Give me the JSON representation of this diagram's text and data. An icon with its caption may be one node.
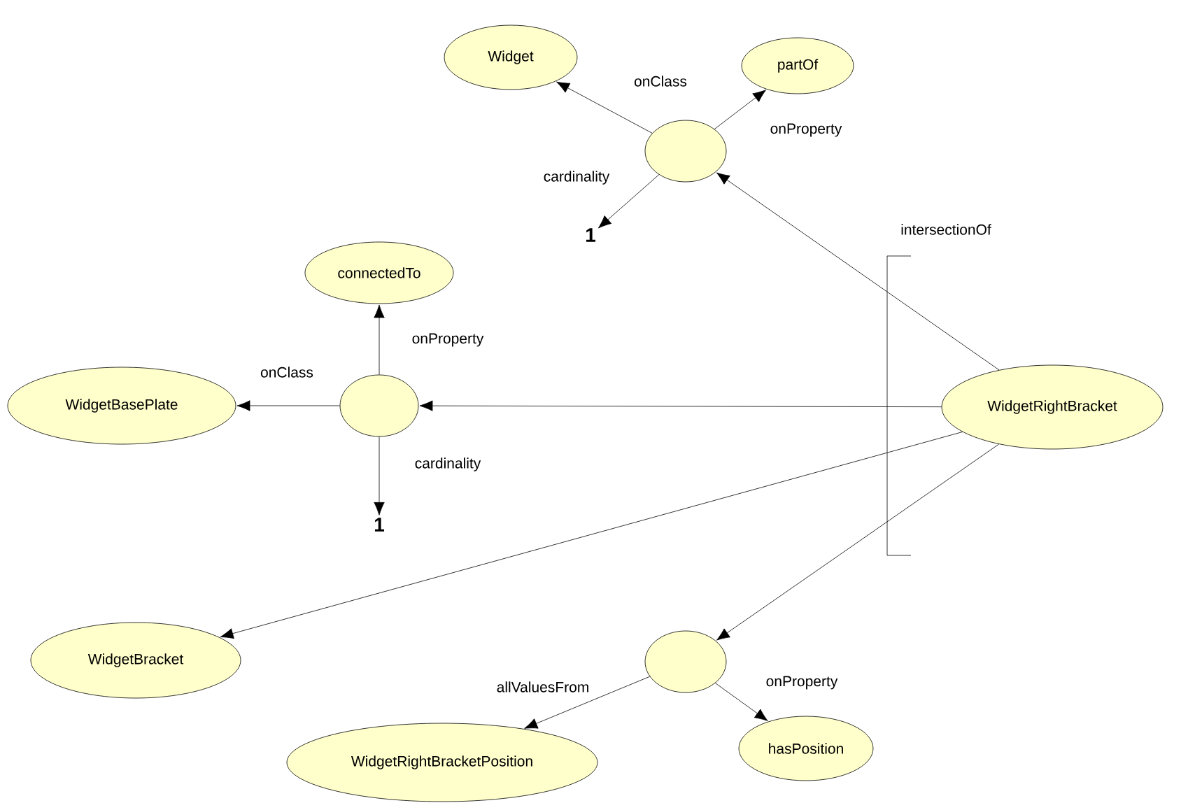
{
  "diagram": {
    "nodes": [
      {
        "text": [
          "Widget"
        ]
      },
      {
        "text": [
          "partOf"
        ]
      },
      {
        "text": [],
        "shape": "circle"
      },
      {
        "text": [
          "1"
        ]
      },
      {
        "text": [
          "connectedTo"
        ]
      },
      {
        "text": [
          "WidgetBasePlate"
        ]
      },
      {
        "text": [],
        "shape": "circle"
      },
      {
        "text": [
          "1"
        ]
      },
      {
        "text": [
          "WidgetRightBracket"
        ]
      },
      {
        "text": [
          "WidgetBracket"
        ]
      },
      {
        "text": [],
        "shape": "circle"
      },
      {
        "text": [
          "WidgetRightBracketPosition"
        ]
      },
      {
        "text": [
          "hasPosition"
        ]
      }
    ],
    "edges": [
      {
        "from": 2,
        "to": 0,
        "arrow": "to",
        "label": "onClass"
      },
      {
        "from": 2,
        "to": 1,
        "arrow": "to",
        "label": "onProperty"
      },
      {
        "from": 2,
        "to": 3,
        "arrow": "to",
        "label": "cardinality"
      },
      {
        "from": 6,
        "to": 4,
        "arrow": "to",
        "label": "onProperty"
      },
      {
        "from": 6,
        "to": 5,
        "arrow": "to",
        "label": "onClass"
      },
      {
        "from": 6,
        "to": 7,
        "arrow": "to",
        "label": "cardinality"
      },
      {
        "from": 8,
        "to": 2,
        "arrow": "to"
      },
      {
        "from": 8,
        "to": 6,
        "arrow": "to"
      },
      {
        "from": 8,
        "to": 9,
        "arrow": "to"
      },
      {
        "from": 8,
        "to": 10,
        "arrow": "to"
      },
      {
        "from": 10,
        "to": 11,
        "arrow": "to",
        "label": "allValuesFrom"
      },
      {
        "from": 10,
        "to": 12,
        "arrow": "to",
        "label": "onProperty"
      }
    ],
    "labels": [
      "intersectionOf"
    ]
  }
}
